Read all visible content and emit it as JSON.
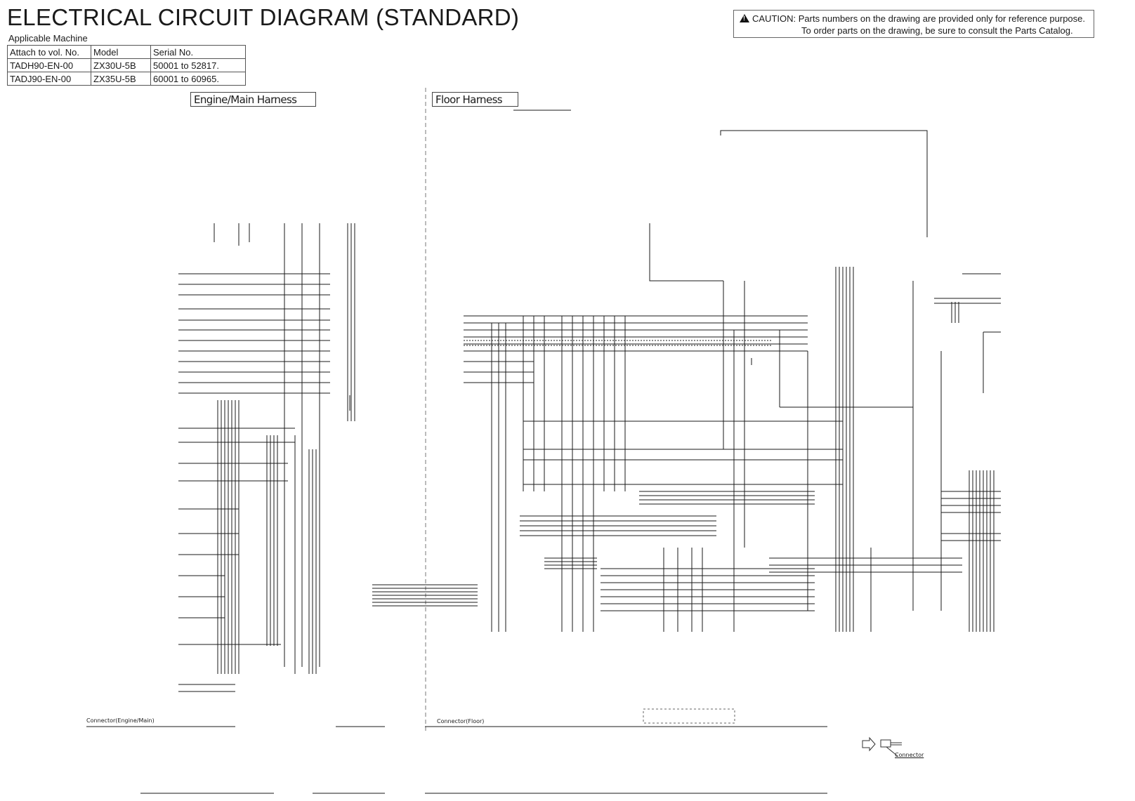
{
  "header": {
    "title": "ELECTRICAL CIRCUIT DIAGRAM (STANDARD)",
    "applicable_label": "Applicable Machine"
  },
  "machines_table": {
    "columns": [
      "Attach to vol. No.",
      "Model",
      "Serial No."
    ],
    "rows": [
      [
        "TADH90-EN-00",
        "ZX30U-5B",
        "50001 to 52817."
      ],
      [
        "TADJ90-EN-00",
        "ZX35U-5B",
        "60001 to 60965."
      ]
    ]
  },
  "caution": {
    "line1": "CAUTION: Parts numbers on the drawing are provided only for reference purpose.",
    "line2": "To order parts on the drawing, be sure to consult the Parts Catalog."
  },
  "sections": {
    "engine_main": "Engine/Main Harness",
    "floor": "Floor Harness",
    "connector_engine": "Connector(Engine/Main)",
    "connector_floor": "Connector(Floor)"
  },
  "legend": {
    "connector_label": "Connector"
  },
  "colors": {
    "line": "#1a1a1a",
    "border": "#444444"
  },
  "icons": [
    "warning-triangle-icon",
    "connector-arrow-icon",
    "connector-plug-icon"
  ]
}
